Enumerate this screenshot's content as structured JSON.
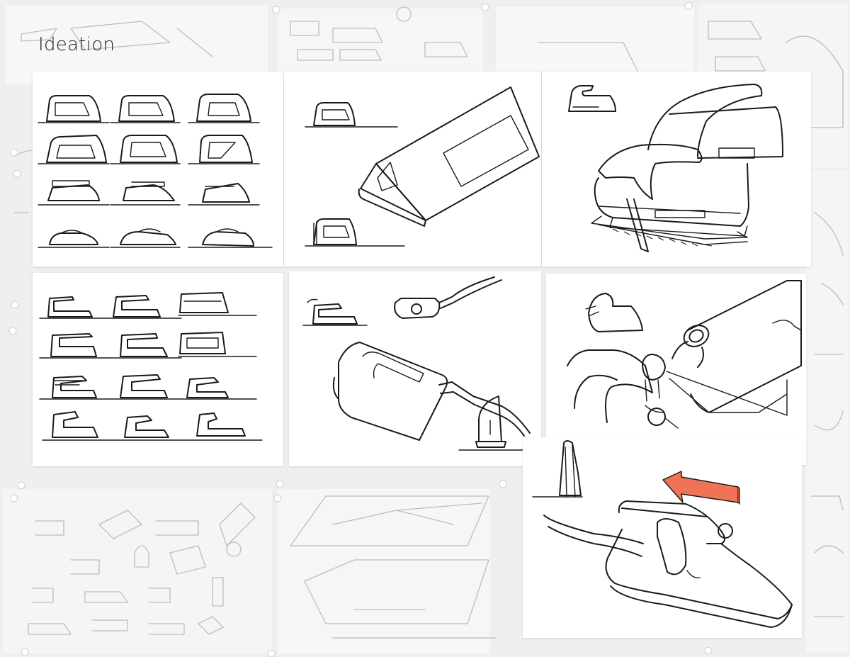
{
  "page": {
    "title": "Ideation"
  },
  "colors": {
    "background": "#efefef",
    "paper": "#ffffff",
    "ink": "#1a1a1a",
    "accent_arrow": "#ef7455",
    "pin": "#ffffff"
  },
  "panels": [
    {
      "id": "silhouette-grid-1",
      "icon": "iron-profile-sketch-grid"
    },
    {
      "id": "triangular-iron",
      "icon": "triangular-prism-iron-sketch"
    },
    {
      "id": "handle-iron",
      "icon": "handle-iron-on-plate-sketch"
    },
    {
      "id": "silhouette-grid-2",
      "icon": "iron-profile-sketch-grid"
    },
    {
      "id": "cord-iron",
      "icon": "corded-iron-with-plug-sketch"
    },
    {
      "id": "roller-iron",
      "icon": "roller-iron-with-plug-sketch"
    },
    {
      "id": "final-iron",
      "icon": "final-iron-concept-with-arrow"
    }
  ]
}
